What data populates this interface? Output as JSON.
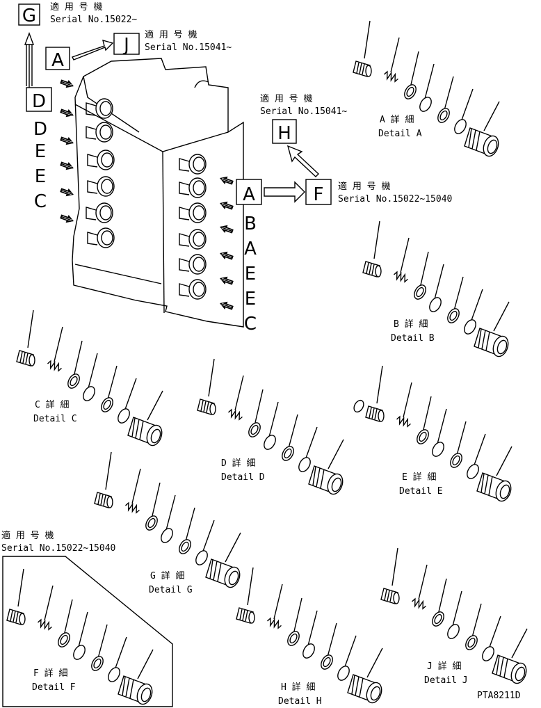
{
  "ja_serial_label": "適 用 号 機",
  "serials": {
    "g": "Serial No.15022~",
    "j": "Serial No.15041~",
    "h": "Serial No.15041~",
    "f": "Serial No.15022~15040",
    "frame": "Serial No.15022~15040"
  },
  "boxes": {
    "G": "G",
    "J": "J",
    "A1": "A",
    "D": "D",
    "H": "H",
    "A2": "A",
    "F": "F"
  },
  "left_column": [
    "D",
    "E",
    "E",
    "C"
  ],
  "right_column": [
    "B",
    "A",
    "E",
    "E",
    "C"
  ],
  "details": [
    {
      "id": "A",
      "ja": "A 詳 細",
      "en": "Detail A"
    },
    {
      "id": "B",
      "ja": "B 詳 細",
      "en": "Detail B"
    },
    {
      "id": "C",
      "ja": "C 詳 細",
      "en": "Detail C"
    },
    {
      "id": "D",
      "ja": "D 詳 細",
      "en": "Detail D"
    },
    {
      "id": "E",
      "ja": "E 詳 細",
      "en": "Detail E"
    },
    {
      "id": "G",
      "ja": "G 詳 細",
      "en": "Detail G"
    },
    {
      "id": "J",
      "ja": "J 詳 細",
      "en": "Detail J"
    },
    {
      "id": "F",
      "ja": "F 詳 細",
      "en": "Detail F"
    },
    {
      "id": "H",
      "ja": "H 詳 細",
      "en": "Detail H"
    }
  ],
  "part_number": "PTA8211D"
}
